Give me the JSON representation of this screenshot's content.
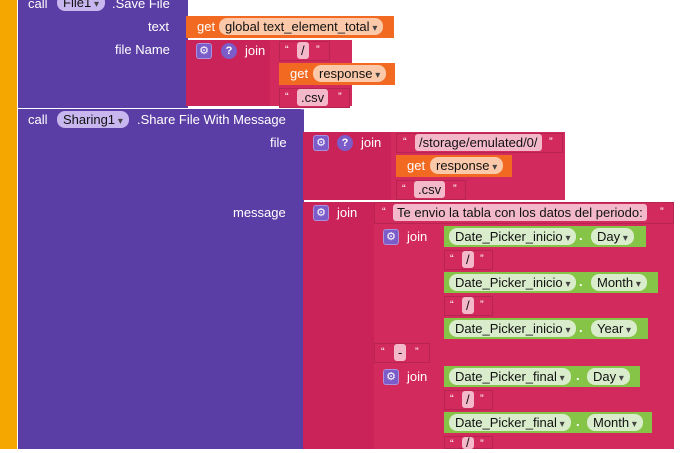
{
  "block1": {
    "call": "call",
    "component": "File1",
    "method": ".Save File",
    "text_label": "text",
    "get": "get",
    "text_var": "global text_element_total",
    "filename_label": "file Name",
    "join": "join",
    "slash": "/",
    "response": "response",
    "csv": ".csv"
  },
  "block2": {
    "call": "call",
    "component": "Sharing1",
    "method": ".Share File With Message",
    "file_label": "file",
    "join": "join",
    "path": "/storage/emulated/0/",
    "get": "get",
    "response": "response",
    "csv": ".csv",
    "message_label": "message",
    "message_text": "Te envio la tabla con los datos del periodo:",
    "dash": "-",
    "slash": "/",
    "dp_inicio": "Date_Picker_inicio",
    "dp_final": "Date_Picker_final",
    "day": "Day",
    "month": "Month",
    "year": "Year"
  },
  "colors": {
    "procedure": "#5b3ea5",
    "text": "#d22a5c",
    "variable": "#f26a21",
    "component_property": "#86c447",
    "sidebar": "#f5a700"
  },
  "icons": [
    "gear-icon",
    "help-icon",
    "dropdown-arrow-icon"
  ]
}
